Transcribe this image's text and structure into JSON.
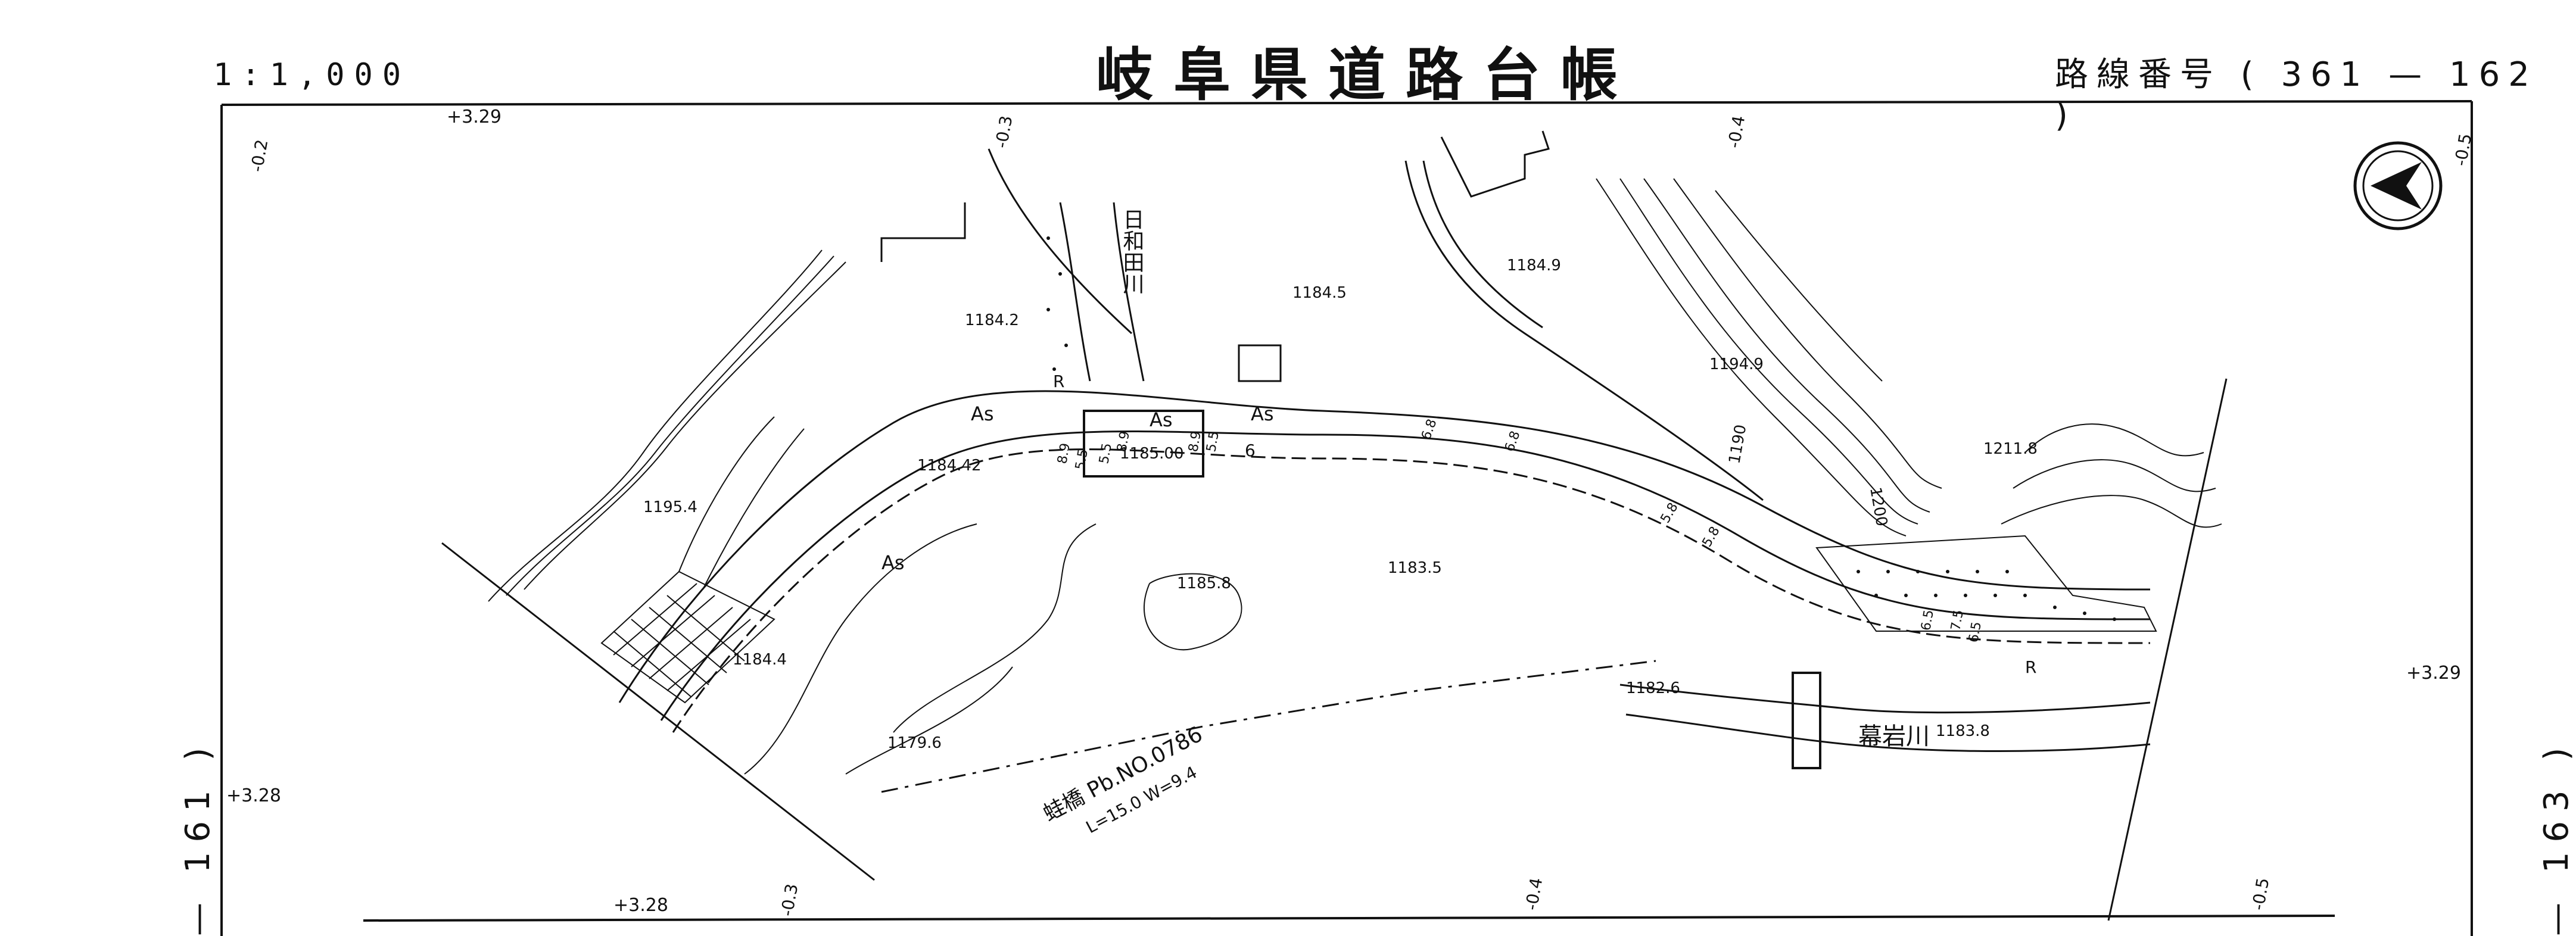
{
  "header": {
    "title": "岐阜県道路台帳",
    "scale": "1:1,000",
    "route_number": "路線番号 ( 361 — 162 )"
  },
  "adjacent_sheets": {
    "previous": "— 161 )",
    "next": "— 163 )"
  },
  "map": {
    "river_names": [
      "日和田川",
      "幕岩川"
    ],
    "bridge_name": "蛙橋 Pb.NO.0786",
    "bridge_spec": "L=15.0 W=9.4",
    "elevations": [
      "1184.2",
      "1184.5",
      "1184.9",
      "1194.9",
      "1211.8",
      "1184.42",
      "1185.00",
      "1195.4",
      "1185.8",
      "1183.5",
      "1184.4",
      "1179.6",
      "1182.6",
      "1183.8"
    ],
    "contours": [
      "1190",
      "1200"
    ],
    "surface_labels": [
      "As",
      "As",
      "As",
      "As"
    ],
    "road_width_marks": [
      "5.5",
      "8.9",
      "8.9",
      "5.5",
      "8.9",
      "5.5",
      "6",
      "6.8",
      "6.8",
      "5.8",
      "5.8",
      "6.5",
      "6.5",
      "7.5"
    ],
    "misc_labels": [
      "R",
      "R"
    ],
    "station_marks": [
      "-0.2",
      "-0.3",
      "-0.4",
      "-0.5",
      "-0.3",
      "-0.4",
      "-0.5"
    ],
    "offset_marks": [
      "+3.29",
      "+3.28",
      "+3.28",
      "+3.29"
    ]
  }
}
